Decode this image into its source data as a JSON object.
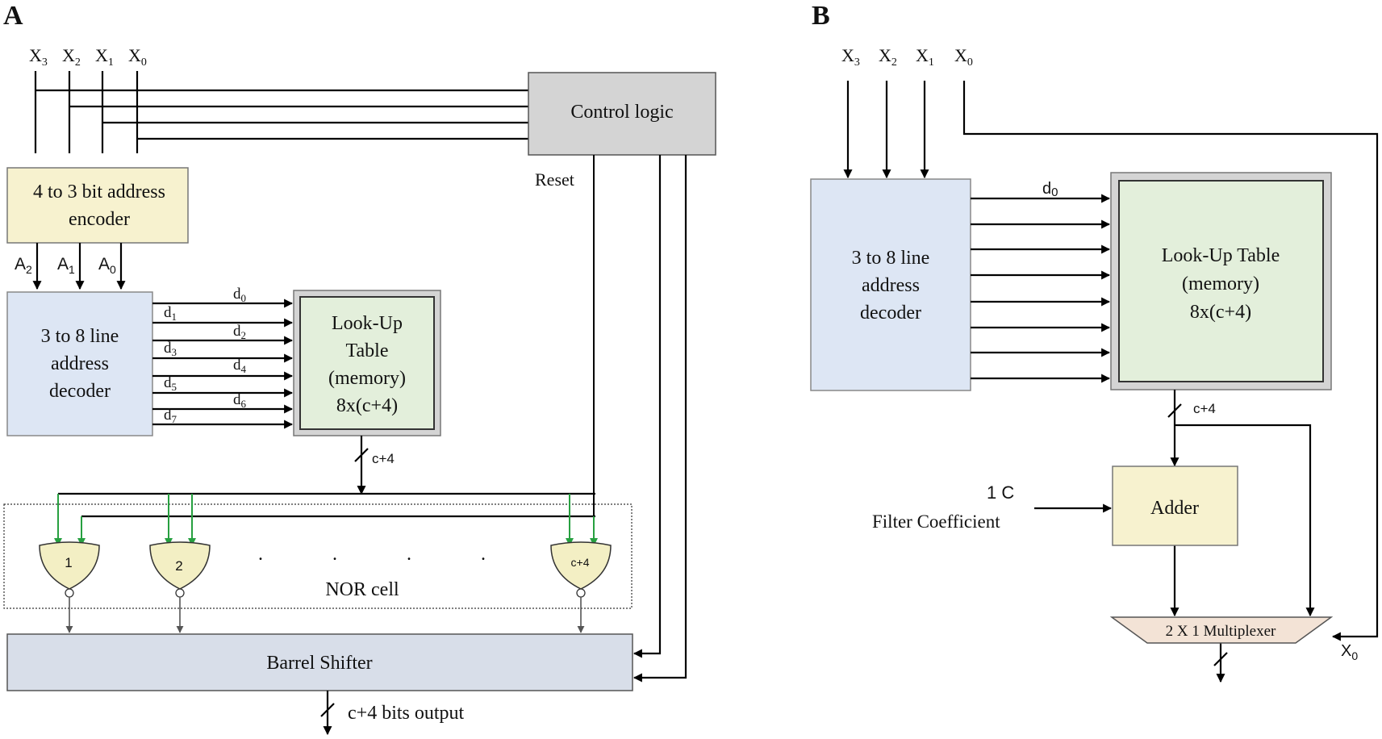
{
  "panels": {
    "a": {
      "label": "A",
      "inputs": [
        {
          "base": "X",
          "sub": "3"
        },
        {
          "base": "X",
          "sub": "2"
        },
        {
          "base": "X",
          "sub": "1"
        },
        {
          "base": "X",
          "sub": "0"
        }
      ],
      "control_logic": "Control logic",
      "reset": "Reset",
      "encoder": [
        "4 to 3 bit address",
        "encoder"
      ],
      "addr_lines": [
        {
          "base": "A",
          "sub": "2"
        },
        {
          "base": "A",
          "sub": "1"
        },
        {
          "base": "A",
          "sub": "0"
        }
      ],
      "decoder": [
        "3 to 8 line",
        "address",
        "decoder"
      ],
      "d_labels": [
        {
          "base": "d",
          "sub": "0"
        },
        {
          "base": "d",
          "sub": "1"
        },
        {
          "base": "d",
          "sub": "2"
        },
        {
          "base": "d",
          "sub": "3"
        },
        {
          "base": "d",
          "sub": "4"
        },
        {
          "base": "d",
          "sub": "5"
        },
        {
          "base": "d",
          "sub": "6"
        },
        {
          "base": "d",
          "sub": "7"
        }
      ],
      "lut": [
        "Look-Up",
        "Table",
        "(memory)",
        "8x(c+4)"
      ],
      "bus_width": "c+4",
      "nor_gates": [
        "1",
        "2",
        "c+4"
      ],
      "dots": ". . . .",
      "nor_cell": "NOR cell",
      "barrel_shifter": "Barrel Shifter",
      "output": "c+4 bits output"
    },
    "b": {
      "label": "B",
      "inputs": [
        {
          "base": "X",
          "sub": "3"
        },
        {
          "base": "X",
          "sub": "2"
        },
        {
          "base": "X",
          "sub": "1"
        },
        {
          "base": "X",
          "sub": "0"
        }
      ],
      "decoder": [
        "3 to 8 line",
        "address",
        "decoder"
      ],
      "d0": {
        "base": "d",
        "sub": "0"
      },
      "lut": [
        "Look-Up Table",
        "(memory)",
        "8x(c+4)"
      ],
      "bus_width": "c+4",
      "coefficient": [
        "1 C",
        "Filter Coefficient"
      ],
      "adder": "Adder",
      "mux": "2 X 1 Multiplexer",
      "select": {
        "base": "X",
        "sub": "0"
      }
    }
  },
  "colors": {
    "gray_block": "#d4d4d4",
    "yellow_block": "#f7f2cf",
    "blue_block": "#dde6f4",
    "green_block": "#e3efdb",
    "barrel_block": "#d8dee9",
    "mux_block": "#f3e3d6",
    "gate_fill": "#f3efc4",
    "green_wire": "#27a040"
  }
}
